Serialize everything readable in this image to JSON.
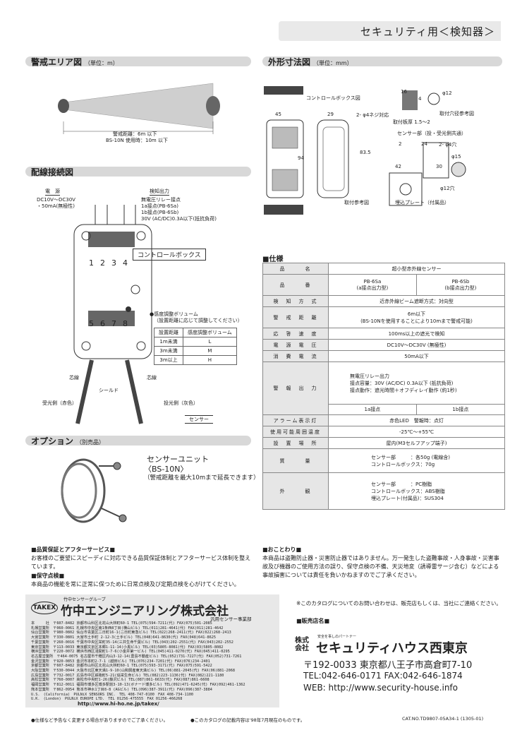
{
  "header": {
    "title": "セキュリティ用＜検知器＞"
  },
  "area": {
    "title": "警戒エリア図",
    "unit": "（単位：m）",
    "distance1": "警戒距離：6m 以下",
    "distance2": "BS-10N 使用時：10m 以下"
  },
  "dims": {
    "title": "外形寸法図",
    "unit": "（単位：mm）",
    "control_box": "コントロールボックス図",
    "d45": "45",
    "d29": "29",
    "d94": "94",
    "d835": "83.5",
    "hole": "2- φ4ネジ対応",
    "mount_ref": "取付参考図",
    "sensor_label": "センサー部（投・受光側共通）",
    "d16": "16",
    "d4": "4",
    "phi12": "φ12",
    "plate_thick": "取付板厚 1.5～2",
    "mount_hole": "取付穴径参考図",
    "d2": "2",
    "d24": "24",
    "holes2": "2- φ4穴",
    "d42": "42",
    "d30": "30",
    "phi15": "φ15",
    "phi12b": "φ12穴",
    "plate": "埋込プレート（付属品）"
  },
  "wiring": {
    "title": "配線接続図",
    "power_h": "電　源",
    "power_v1": "DC10V～DC30V",
    "power_v2": "・50mA(無極性)",
    "out_h": "検知出力",
    "out_1": "無電圧リレー接点",
    "out_2": "1a接点(PB-6Sa)",
    "out_3": "1b接点(PB-6Sb)",
    "out_4": "30V (AC/DC)0.3A以下(抵抗負荷)",
    "box_label": "コントロールボックス",
    "t1": "1",
    "t2": "2",
    "t3": "3",
    "t4": "4",
    "t5": "5",
    "t6": "6",
    "t7": "7",
    "t8": "8",
    "vol1": "●感度調整ボリューム",
    "vol2": "（設置距離に応じて調整してください）",
    "core1": "芯線",
    "core2": "芯線",
    "shield": "シールド",
    "rx": "受光側（赤色）",
    "tx": "投光側（灰色）",
    "sensor": "センサー"
  },
  "sens_table": {
    "h1": "設置距離",
    "h2": "感度調整ボリューム",
    "rows": [
      [
        "1m未満",
        "L"
      ],
      [
        "3m未満",
        "M"
      ],
      [
        "3m以上",
        "H"
      ]
    ]
  },
  "option": {
    "title": "オプション",
    "sub": "（別売品）",
    "name": "センサーユニット",
    "model": "〈BS-10N〉",
    "note": "（警戒距離を最大10mまで延長できます）"
  },
  "spec": {
    "title": "■仕様",
    "r_name_k": "品　　　名",
    "r_name_v": "超小型赤外線センサー",
    "r_no_k": "品　　　番",
    "pa": "PB-6Sa",
    "pa2": "(a接点出力型)",
    "pb": "PB-6Sb",
    "pb2": "(b接点出力型)",
    "r_method_k": "検　知　方　式",
    "r_method_v": "近赤外線ビーム遮断方式：対向型",
    "r_dist_k": "警　戒　距　離",
    "r_dist_v1": "6m以下",
    "r_dist_v2": "(BS-10Nを使用することにより10mまで警戒可能)",
    "r_resp_k": "応　答　速　度",
    "r_resp_v": "100ms以上の遮光で検知",
    "r_volt_k": "電　源　電　圧",
    "r_volt_v": "DC10V～DC30V (無極性)",
    "r_curr_k": "消　費　電　流",
    "r_curr_v": "50mA以下",
    "r_out_k": "警　報　出　力",
    "r_out_v1": "無電圧リレー出力",
    "r_out_v2": "接点容量：30V (AC/DC) 0.3A以下 (抵抗負荷)",
    "r_out_v3": "接点動作：遮光時間＋オフディレイ動作 (約1秒)",
    "r_out_a": "1a接点",
    "r_out_b": "1b接点",
    "r_alarm_k": "アラーム表示灯",
    "r_alarm_v": "赤色LED　警報時：点灯",
    "r_temp_k": "使用可能周囲温度",
    "r_temp_v": "-25℃～+55℃",
    "r_inst_k": "設　置　場　所",
    "r_inst_v": "屋内(M3セルフアップ端子)",
    "r_mass_k": "質　　　量",
    "r_mass_v1": "センサー部　　　：各50g (電線含)",
    "r_mass_v2": "コントロールボックス：70g",
    "r_look_k": "外　　　観",
    "r_look_v1": "センサー部　　　：PC樹脂",
    "r_look_v2": "コントロールボックス：ABS樹脂",
    "r_look_v3": "埋込プレート(付属品)：SUS304"
  },
  "service": {
    "h": "■品質保証とアフターサービス■",
    "p": "お客様のご要望にスピーディに対応できる品質保証体制とアフターサービス体制を整えています。",
    "h2": "■保守点検■",
    "p2": "本商品の機能を常に正常に保つために日常点検及び定期点検を心がけてください。"
  },
  "notice": {
    "h": "■おことわり■",
    "p": "本商品は盗難防止器・災害防止器ではありません。万一発生した盗難事故・人身事故・災害事故及び機器のご使用方法の誤り、保守点検の不備、天災地変（誘導雷サージ含む）などによる事故損害については責任を負いかねますのでご了承ください。"
  },
  "company": {
    "group": "竹中センサーグループ",
    "logo": "TAKEX",
    "name": "竹中エンジニアリング株式会社",
    "dept": "汎用センサー事業部",
    "url": "http://www.hi-ho.ne.jp/takex/",
    "offices": "本　　　社　〒607-8482 京都市山科区北花山大林町60-1 TEL(075)594-7211(代) FAX(075)501-2085\n札幌営業所　〒060-0061 札幌市中央区南1条西8丁目(横山ビル) TEL(011)281-4641(代) FAX(011)281-4642\n仙台営業所　〒980-0802 仙台市青葉区二日町16-1(二日町東急ビル) TEL(022)268-2411(代) FAX(022)268-2413\n大宮営業所　〒330-0801 大宮市土手町 2-12-3(土手ビル) TEL(048)641-8630(代) FAX(048)641-8625\n千葉営業所　〒260-0016 千葉市中央区栄町35-14(三井生命千葉ビル) TEL(043)202-2551(代) FAX(043)202-2552\n東京営業所　〒113-0033 東京都文京区本郷1-11-14(小黒ビル) TEL(03)5805-8081(代) FAX(03)5805-8082\n横浜営業所　〒220-0072 横浜市西区浅間町1-7-6(小金井第一ビル) TEL(045)411-0270(代) FAX(045)411-0295\n名古屋営業所　〒464-0075 名古屋市千種区内山3-12-14(豊島不動産ビル) TEL(052)731-7227(代) FAX(052)731-7261\n金沢営業所　〒920-0853 金沢市本町2-7-1 (越田ビル) TEL(076)234-7201(代) FAX(076)234-2401\n京都営業所　〒607-8482 京都市山科区北花山大林町60-1 TEL(075)593-3171(代) FAX(075)591-5422\n大阪営業所　〒530-0044 大阪市北区東天満1-9-10(山和興産東天満ビル) TEL(06)881-2045(代) FAX(06)881-2068\n広島営業所　〒732-0017 広島市中区鉄砲町5-21(協栄生命ビル) TEL(082)223-1136(代) FAX(082)221-1180\n高松営業所　〒760-0007 高松市中央町1-26(藤沢ビル) TEL(087)861-6633(代) FAX(087)861-6608\n福岡営業所　〒812-0011 福岡市博多区博多駅前3-10-13(ボナード博多ビル) TEL(092)471-6245(代) FAX(092)461-1362\n熊本営業所　〒862-0954 熊本市神水1丁目8-8 (AGビル) TEL(096)387-3911(代) FAX(096)387-3884\nU.S.　(California)　PULNiX SENSORS INC.　TEL 408-747-0100　FAX 408-734-1100\nU.K.　(London)　PULNiX EUROPE LTD.　TEL 01256-475555　FAX 01256-466268"
  },
  "dealer": {
    "note": "※このカタログについてのお問い合わせは、販売店もしくは、当社にご連絡ください。",
    "label": "■販売店名■",
    "kabu": "株式\n会社",
    "tagline": "安全を事しのパートナー",
    "name": "セキュリティハウス西東京",
    "zip": "〒192-0033 東京都八王子市高倉町7-10",
    "tel": "TEL:042-646-0171 FAX:042-646-1874",
    "web": "WEB: http://www.security-house.info"
  },
  "footer": {
    "left": "●仕様など予告なく変更する場合がありますのでご了承ください。",
    "mid": "●このカタログの記載内容は'98年7月現在のものです。",
    "cat": "CAT.NO.TD9807-05A34-1 (1305-01)"
  }
}
